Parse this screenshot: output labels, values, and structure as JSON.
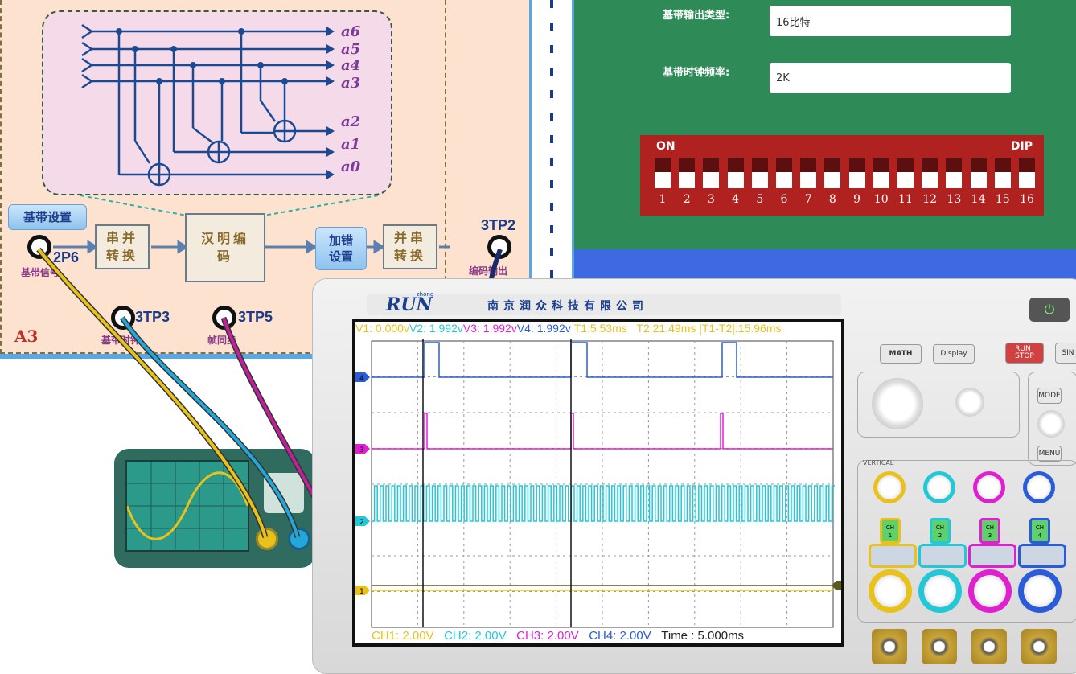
{
  "circuit": {
    "encoder_outputs": [
      "a6",
      "a5",
      "a4",
      "a3",
      "a2",
      "a1",
      "a0"
    ],
    "baseband_button": "基带设置",
    "serial_parallel_block": "串并\n转换",
    "hamming_block": "汉明编\n码",
    "error_button": "加错\n设置",
    "parallel_serial_block": "并串\n转换",
    "tp_2p6": "2P6",
    "tp_3tp2": "3TP2",
    "tp_3tp3": "3TP3",
    "tp_3tp5": "3TP5",
    "label_baseband_signal": "基带信号",
    "label_baseband_clock": "基带时钟",
    "label_frame_sync": "帧同步",
    "label_encode_out": "编码输出",
    "module_tag": "A3"
  },
  "config": {
    "type_label": "基带输出类型:",
    "type_value": "16比特",
    "freq_label": "基带时钟频率:",
    "freq_value": "2K"
  },
  "dip": {
    "on_label": "ON",
    "dip_label": "DIP",
    "numbers": [
      "1",
      "2",
      "3",
      "4",
      "5",
      "6",
      "7",
      "8",
      "9",
      "10",
      "11",
      "12",
      "13",
      "14",
      "15",
      "16"
    ],
    "switch_states": [
      "down",
      "down",
      "down",
      "down",
      "down",
      "down",
      "down",
      "down",
      "down",
      "down",
      "down",
      "down",
      "down",
      "down",
      "down",
      "down"
    ]
  },
  "scope": {
    "brand": "RUN",
    "brand_sub": "zhong",
    "company": "南京润众科技有限公司",
    "measurements": {
      "v1": "V1: 0.000v",
      "v2": "V2: 1.992v",
      "v3": "V3: 1.992v",
      "v4": "V4: 1.992v",
      "t1": "T1:5.53ms",
      "t2": "T2:21.49ms",
      "dt": "|T1-T2|:15.96ms"
    },
    "cursor_labels": [
      "T1",
      "T2"
    ],
    "channel_markers": [
      "4",
      "3",
      "2",
      "1"
    ],
    "footer": {
      "ch1": "CH1:  2.00V",
      "ch2": "CH2:  2.00V",
      "ch3": "CH3:  2.00V",
      "ch4": "CH4:  2.00V",
      "time": "Time : 5.000ms"
    },
    "buttons": {
      "math": "MATH",
      "display": "Display",
      "run_stop": "RUN\nSTOP",
      "single": "SIN",
      "mode": "MODE",
      "menu": "MENU",
      "vertical": "VERTICAL",
      "ch1": "CH\n1",
      "ch2": "CH\n2",
      "ch3": "CH\n3",
      "ch4": "CH\n4"
    },
    "colors": {
      "ch1": "#e8c21a",
      "ch2": "#22c8d8",
      "ch3": "#e020d0",
      "ch4": "#2a5bd8"
    }
  }
}
